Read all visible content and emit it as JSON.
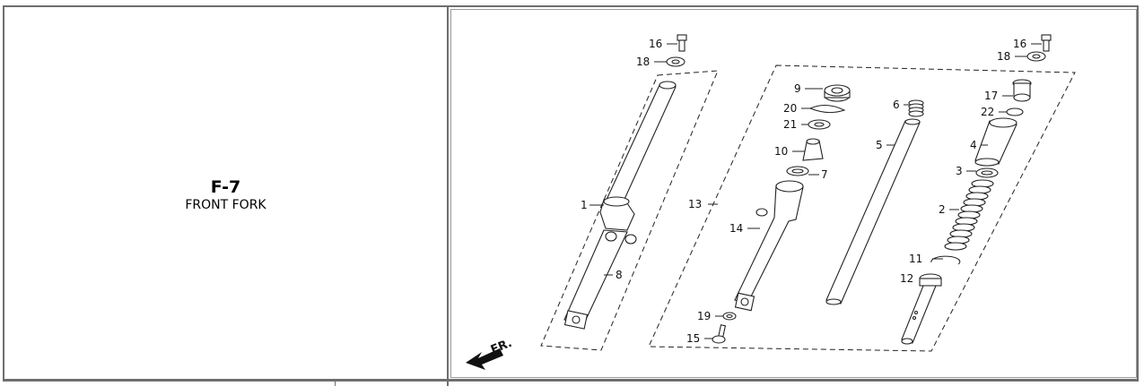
{
  "section": {
    "code": "F-7",
    "name": "FRONT FORK"
  },
  "diagram": {
    "direction_label": "FR.",
    "callouts": [
      {
        "id": "c16a",
        "label": "16"
      },
      {
        "id": "c18a",
        "label": "18"
      },
      {
        "id": "c16b",
        "label": "16"
      },
      {
        "id": "c18b",
        "label": "18"
      },
      {
        "id": "c9",
        "label": "9"
      },
      {
        "id": "c20",
        "label": "20"
      },
      {
        "id": "c21",
        "label": "21"
      },
      {
        "id": "c6",
        "label": "6"
      },
      {
        "id": "c17",
        "label": "17"
      },
      {
        "id": "c22",
        "label": "22"
      },
      {
        "id": "c10",
        "label": "10"
      },
      {
        "id": "c7",
        "label": "7"
      },
      {
        "id": "c5",
        "label": "5"
      },
      {
        "id": "c4",
        "label": "4"
      },
      {
        "id": "c3",
        "label": "3"
      },
      {
        "id": "c1",
        "label": "1"
      },
      {
        "id": "c13",
        "label": "13"
      },
      {
        "id": "c14",
        "label": "14"
      },
      {
        "id": "c2",
        "label": "2"
      },
      {
        "id": "c8",
        "label": "8"
      },
      {
        "id": "c11",
        "label": "11"
      },
      {
        "id": "c12",
        "label": "12"
      },
      {
        "id": "c19",
        "label": "19"
      },
      {
        "id": "c15",
        "label": "15"
      }
    ]
  }
}
